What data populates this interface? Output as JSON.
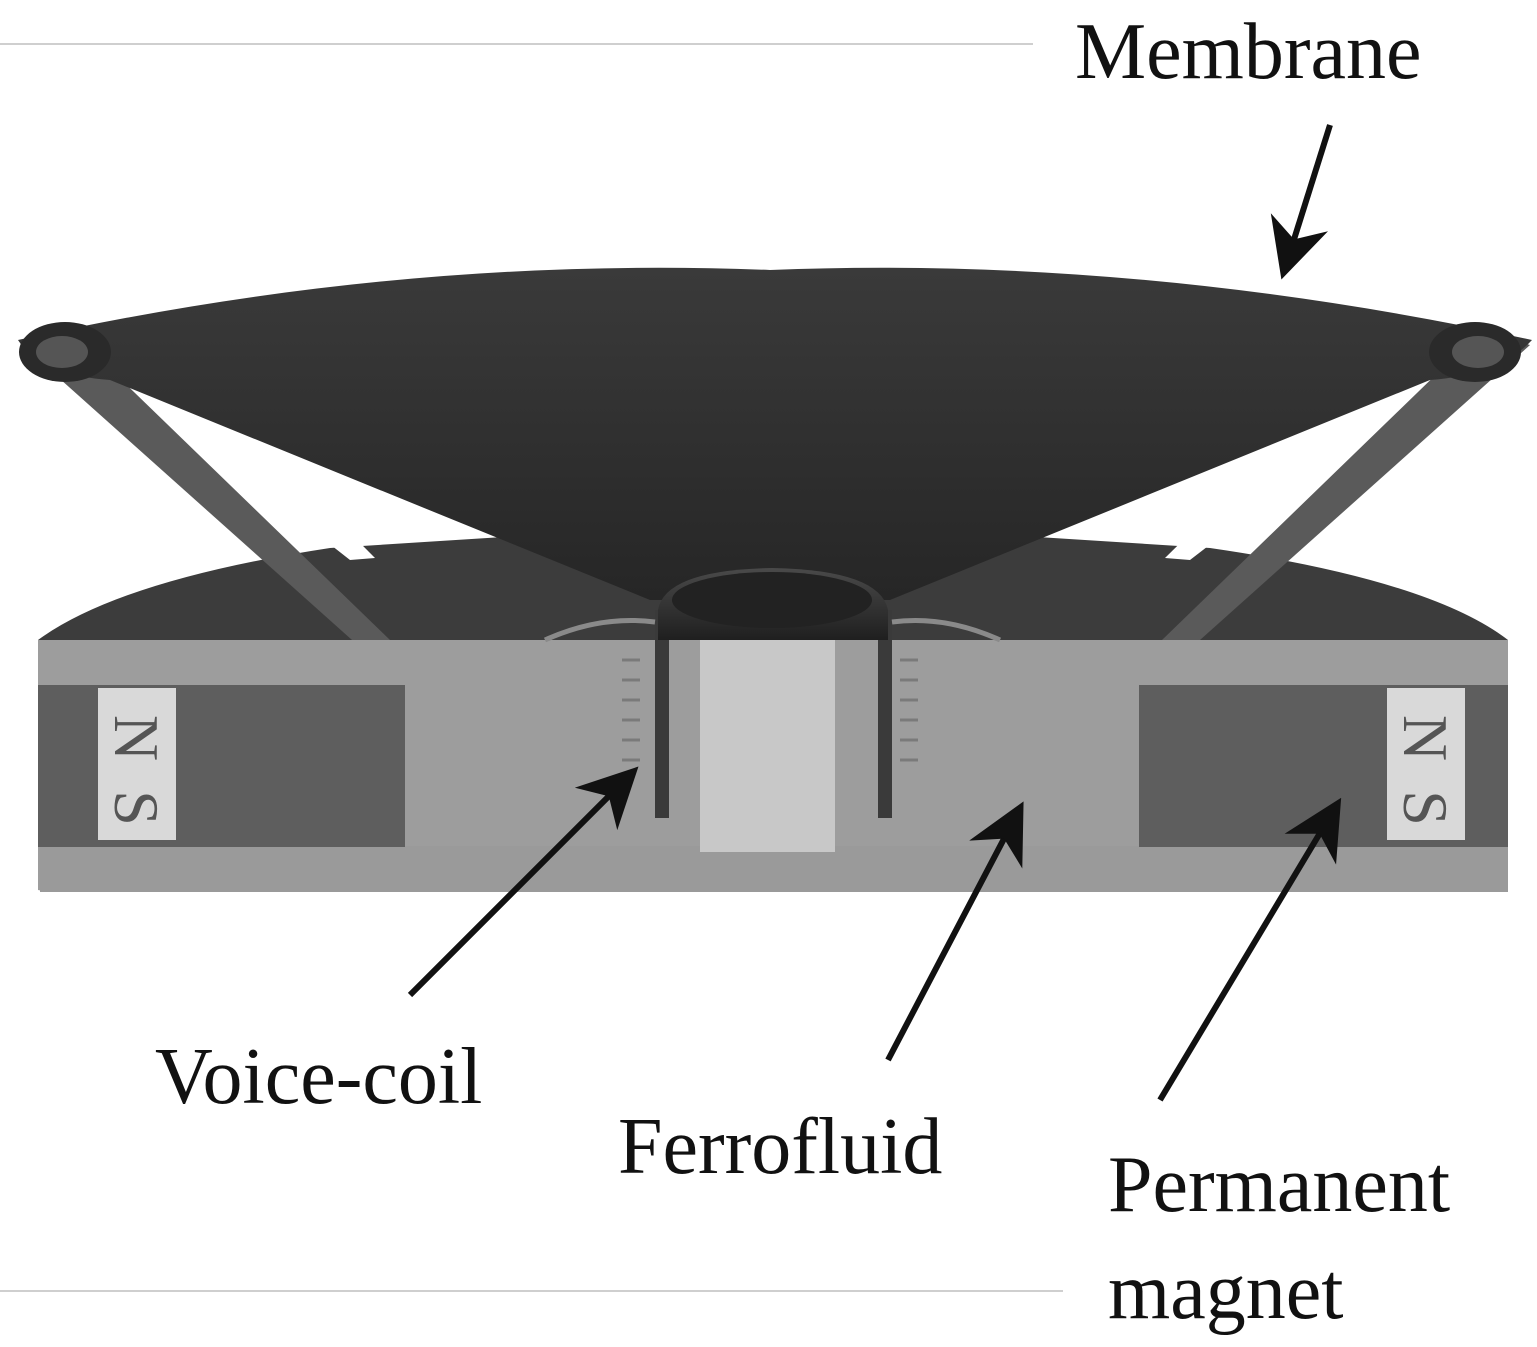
{
  "labels": {
    "membrane": "Membrane",
    "voice_coil": "Voice-coil",
    "ferrofluid": "Ferrofluid",
    "permanent_magnet_line1": "Permanent",
    "permanent_magnet_line2": "magnet"
  },
  "magnet_poles": {
    "left_north": "N",
    "left_south": "S",
    "right_north": "N",
    "right_south": "S"
  },
  "colors": {
    "membrane": "#2f2f2f",
    "base_light": "#9d9d9d",
    "magnet_dark": "#5e5e5e",
    "pole_piece": "#c8c8c8",
    "arrow": "#111111"
  }
}
